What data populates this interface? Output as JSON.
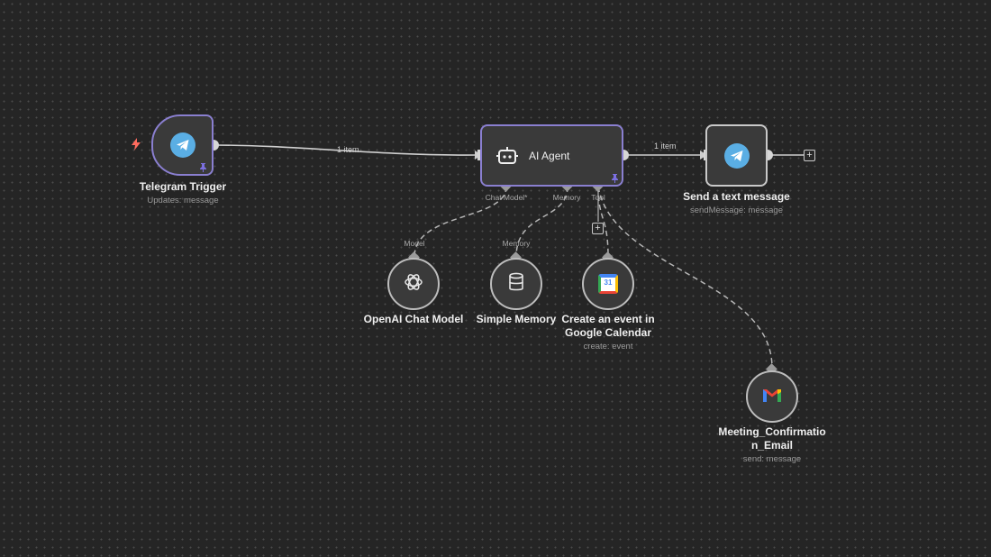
{
  "canvas": {
    "nodes": {
      "telegram_trigger": {
        "title": "Telegram Trigger",
        "subtitle": "Updates: message"
      },
      "ai_agent": {
        "title": "AI Agent",
        "ports": {
          "chat_model": "Chat Model*",
          "memory": "Memory",
          "tool": "Tool"
        }
      },
      "send_message": {
        "title": "Send a text message",
        "subtitle": "sendMessage: message"
      },
      "openai_chat_model": {
        "title": "OpenAI Chat Model",
        "port_label": "Model"
      },
      "simple_memory": {
        "title": "Simple Memory",
        "port_label": "Memory"
      },
      "google_calendar": {
        "title_line1": "Create an event in",
        "title_line2": "Google Calendar",
        "subtitle": "create: event",
        "icon_text": "31"
      },
      "gmail": {
        "title_line1": "Meeting_Confirmatio",
        "title_line2": "n_Email",
        "subtitle": "send: message"
      }
    },
    "connections": {
      "trigger_to_agent": "1 item",
      "agent_to_send": "1 item"
    },
    "add_symbol": "+",
    "colors": {
      "accent": "#8a7fd0",
      "telegram": "#5aaee4",
      "trigger_bolt": "#ff6b5e",
      "pin": "#7b6fe0"
    }
  }
}
